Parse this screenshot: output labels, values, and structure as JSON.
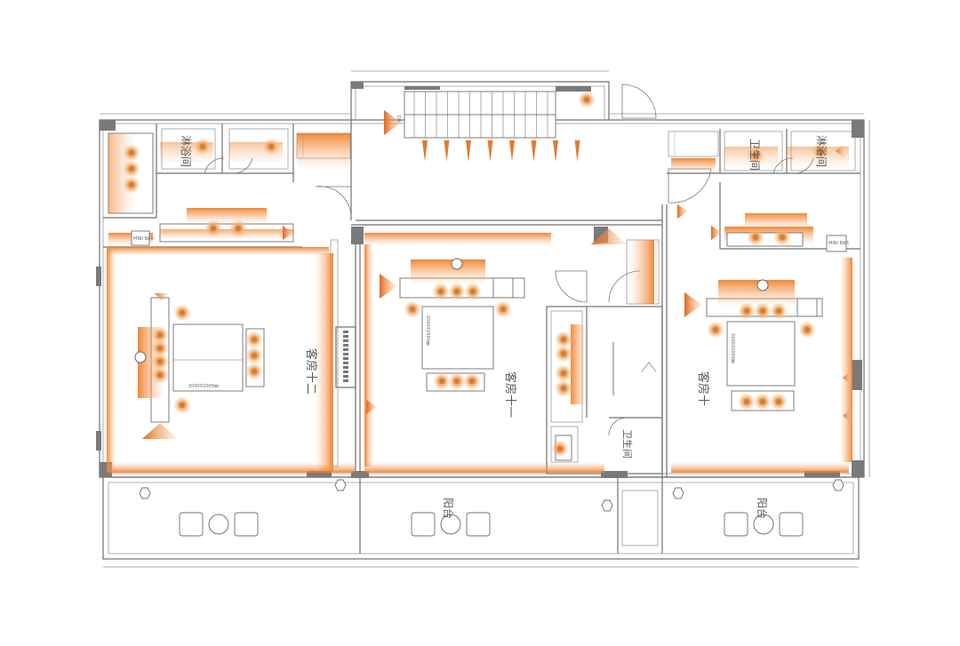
{
  "rooms": {
    "guest12": "客房十二",
    "guest11": "客房十一",
    "guest10": "客房十"
  },
  "bathrooms": {
    "shower_left": "淋浴间",
    "shower_right": "淋浴间",
    "wc_right": "卫生间",
    "wc_mid": "卫生间"
  },
  "balconies": {
    "mid": "阳台",
    "right": "阳台"
  },
  "bed_dims": {
    "left": "2000X2000㎜",
    "mid": "2000X2000㎜",
    "right": "2000X2000㎜"
  },
  "minibar": "MINI BAR",
  "stair_dn": "DN",
  "colors": {
    "wall": "#6f6f6f",
    "light_glow": "#f08a3c",
    "spot": "#e8a050",
    "column": "#7a7a7a"
  }
}
